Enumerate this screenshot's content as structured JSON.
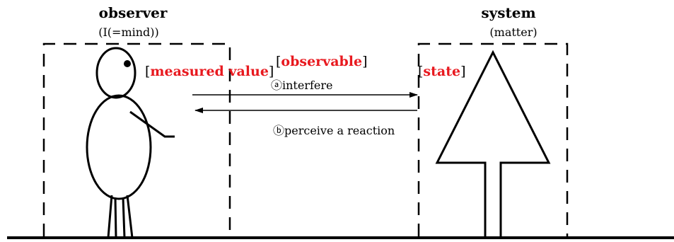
{
  "observer": {
    "title": "observer",
    "subtitle": "(I(=mind))"
  },
  "system": {
    "title": "system",
    "subtitle": "(matter)"
  },
  "labels": {
    "measured_value": "measured value",
    "observable": "observable",
    "state": "state",
    "bracket_open": "[",
    "bracket_close": "]"
  },
  "arrows": {
    "interfere": "ⓐinterfere",
    "perceive": "ⓑperceive a reaction"
  },
  "colors": {
    "highlight": "#e8191f",
    "ink": "#000000"
  }
}
